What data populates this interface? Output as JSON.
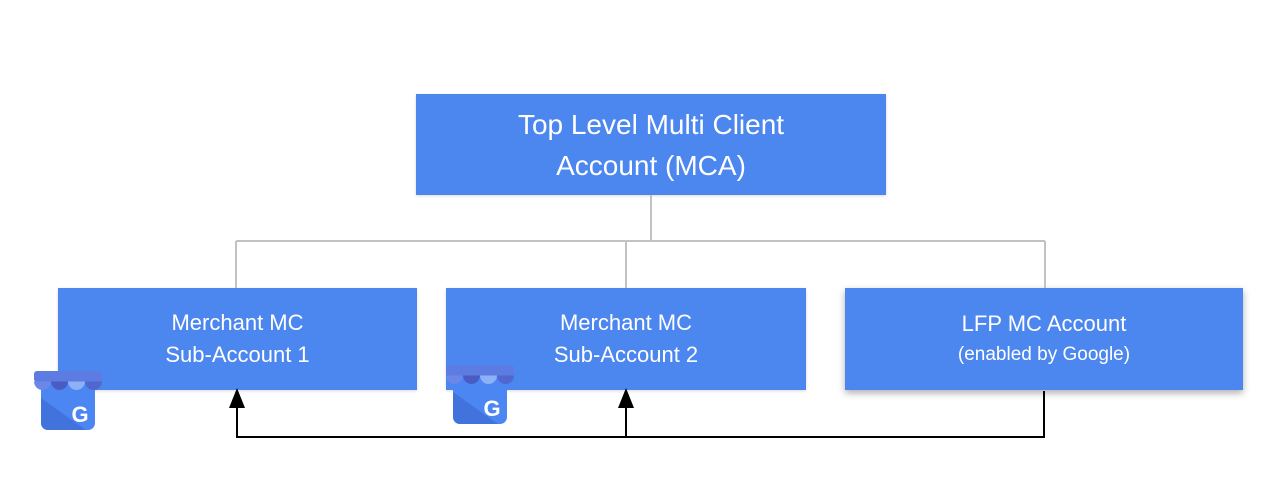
{
  "diagram": {
    "nodes": {
      "mca": {
        "line1": "Top Level Multi Client",
        "line2": "Account (MCA)"
      },
      "sub1": {
        "line1": "Merchant MC",
        "line2": "Sub-Account 1"
      },
      "sub2": {
        "line1": "Merchant MC",
        "line2": "Sub-Account 2"
      },
      "lfp": {
        "line1": "LFP MC Account",
        "line2": "(enabled by Google)"
      }
    },
    "icons": {
      "business_profile_letter": "G"
    },
    "colors": {
      "node_fill": "#4c86ef",
      "node_text": "#ffffff",
      "tree_line": "#c2c2c2",
      "flow_line": "#000000",
      "icon": {
        "band": "#5c7ce1",
        "scallops": [
          "#6b87e8",
          "#4a5cc4",
          "#8db1f7",
          "#5166cf"
        ],
        "body": "#4c86f3",
        "body_shade": "#4273dc",
        "letter_color": "#ffffff"
      }
    }
  }
}
